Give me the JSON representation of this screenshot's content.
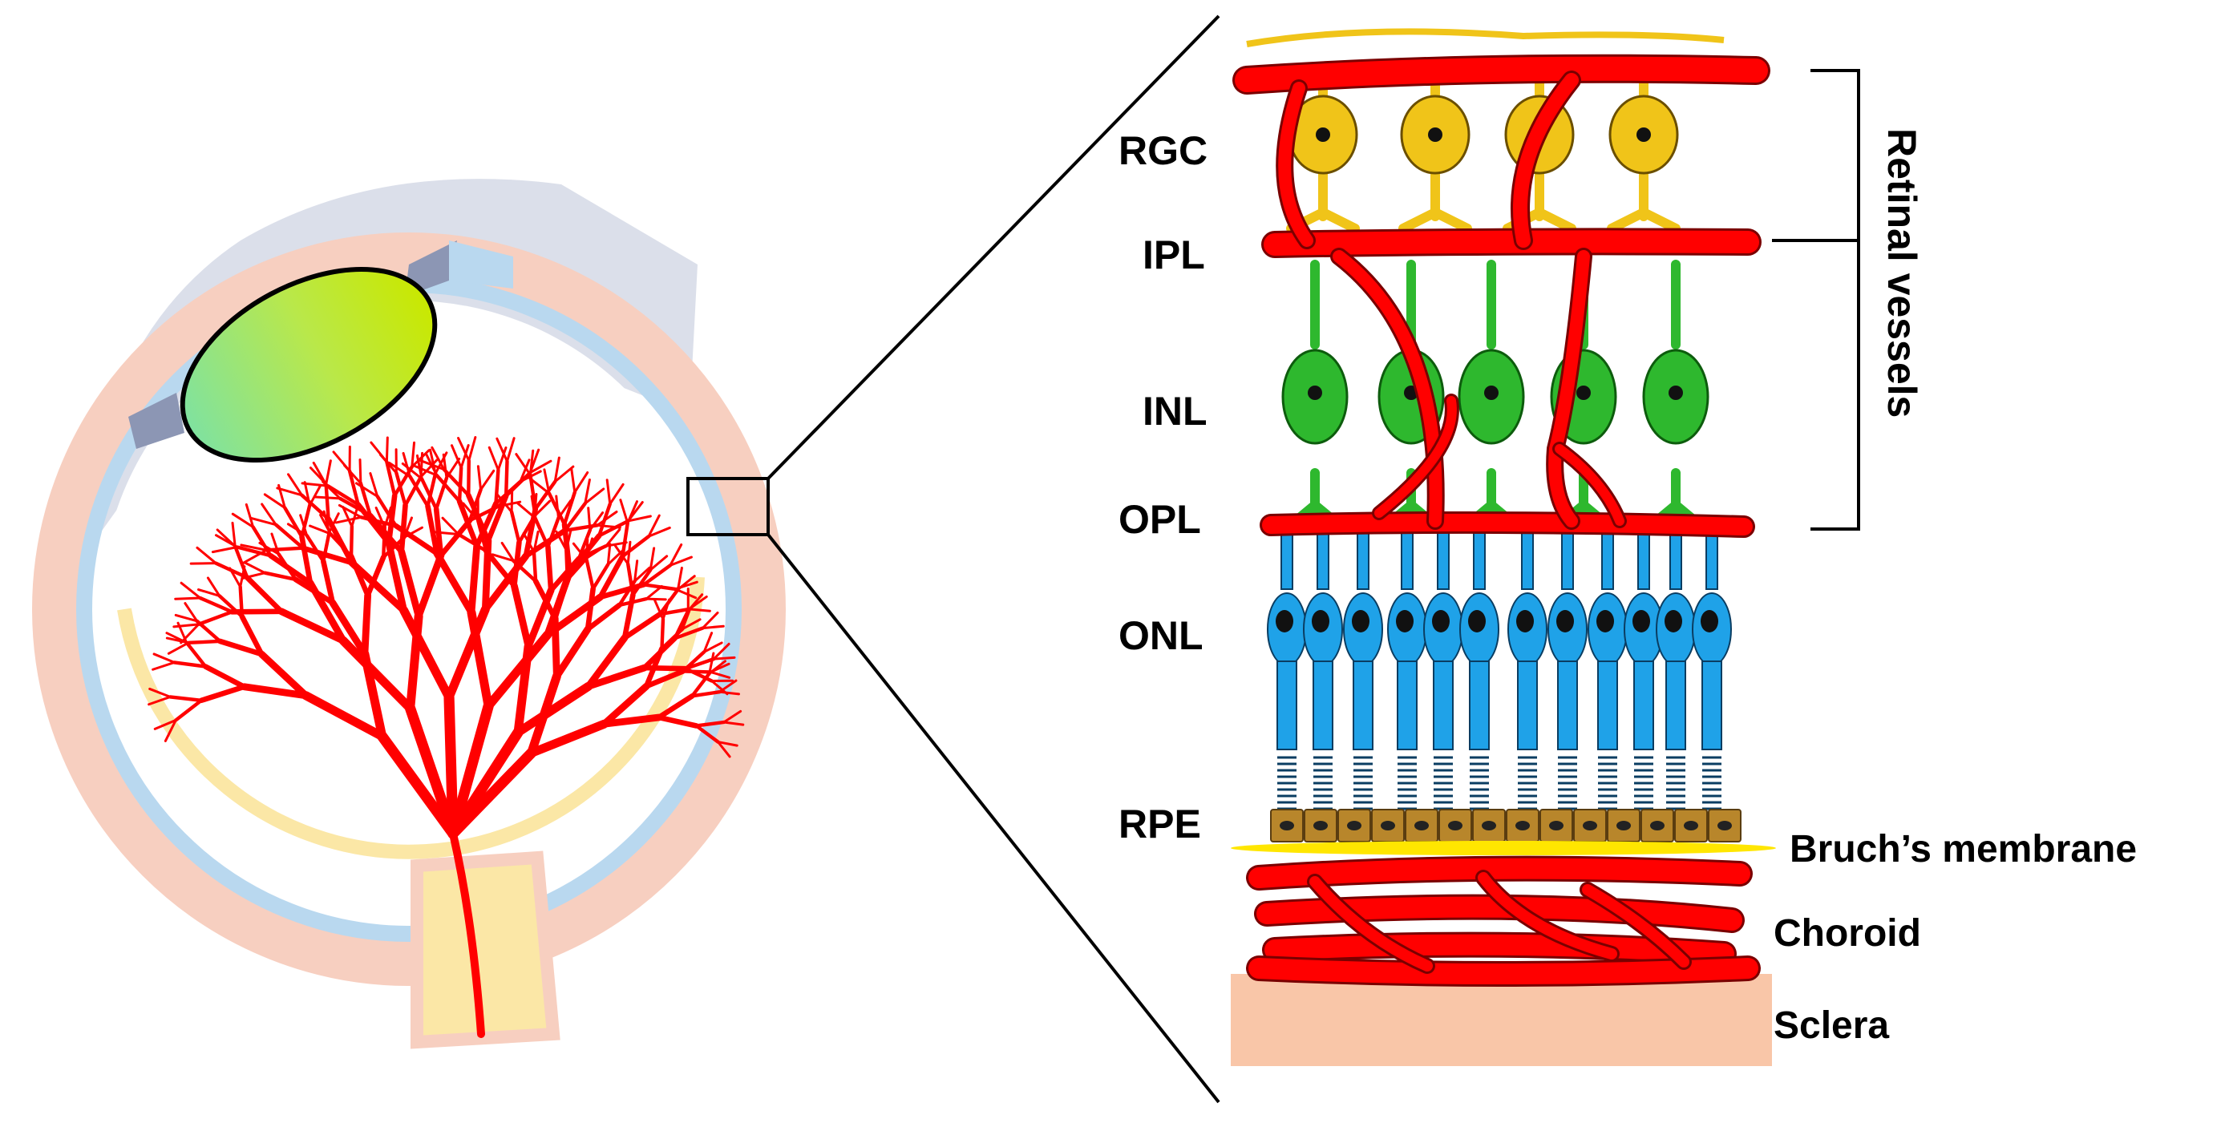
{
  "layer_labels": {
    "rgc": "RGC",
    "ipl": "IPL",
    "inl": "INL",
    "opl": "OPL",
    "onl": "ONL",
    "rpe": "RPE"
  },
  "side_labels": {
    "bruchs_membrane": "Bruch’s membrane",
    "choroid": "Choroid",
    "sclera": "Sclera"
  },
  "bracket_label": "Retinal vessels",
  "colors": {
    "vessel": "#ff0000",
    "vessel_outline": "#7a0000",
    "ganglion_cell": "#f0c419",
    "bipolar_cell": "#2eb82e",
    "photoreceptor": "#1fa2e8",
    "rpe": "#b8862b",
    "bruchs_membrane": "#ffe600",
    "sclera": "#f9c6a8",
    "eye_wall_outer": "#f7cfc0",
    "eye_wall_mid": "#b9d8ef",
    "eye_wall_inner": "#fbe7a6",
    "cornea": "#d5d9e6",
    "lens_gradient_start": "#7fe2a0",
    "lens_gradient_end": "#c9e800"
  }
}
